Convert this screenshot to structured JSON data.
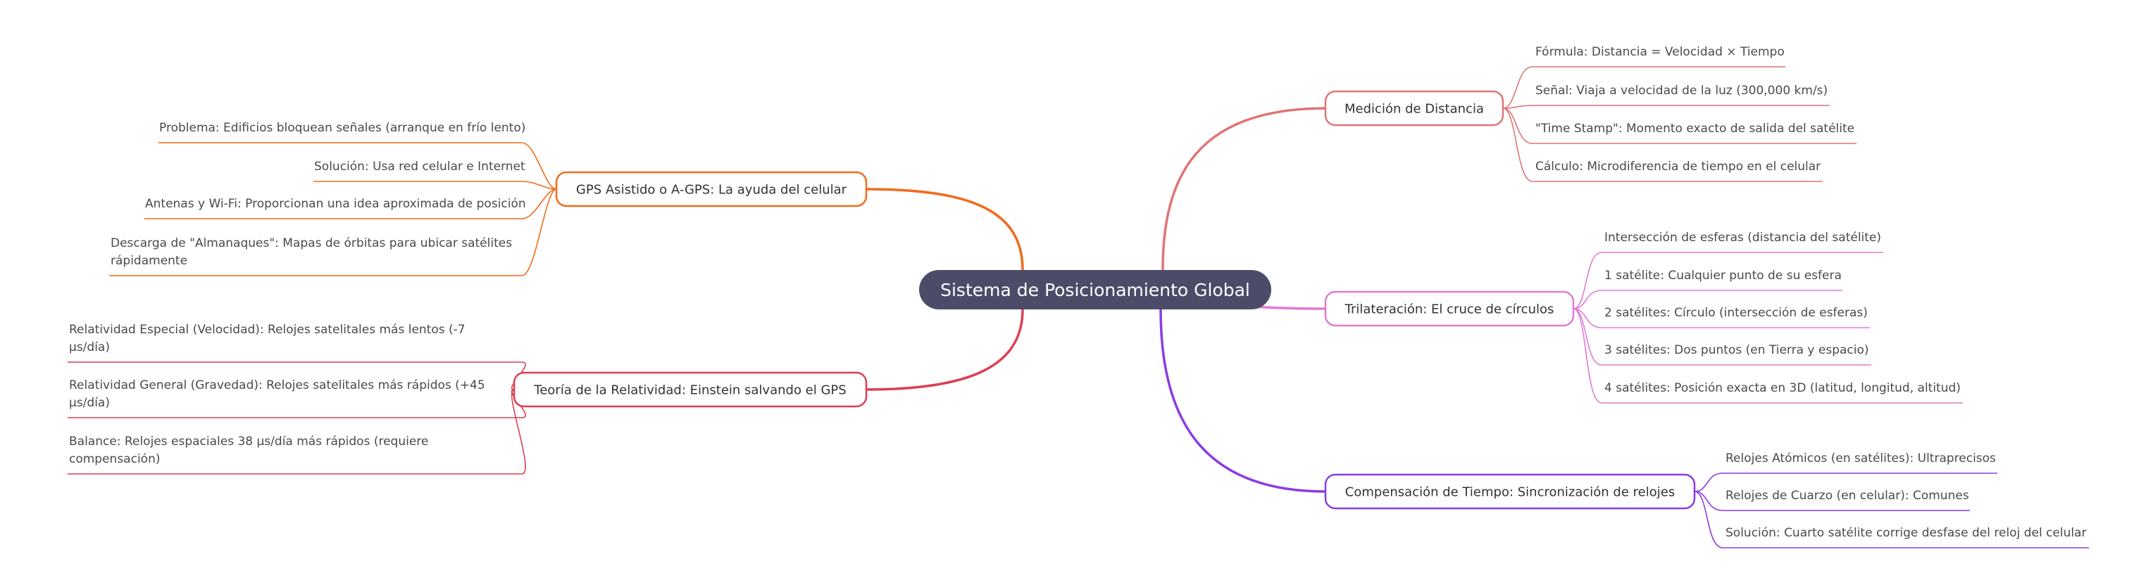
{
  "colors": {
    "root_fill": "#4a4c68",
    "root_text": "#ffffff",
    "medicion": "#e07474",
    "trilateracion": "#e27ad2",
    "compensacion": "#8b3be3",
    "gps_asistido": "#f26a1b",
    "relatividad": "#de3e52",
    "leaf_text": "#4a4a4a",
    "branch_text": "#333333"
  },
  "root": {
    "label": "Sistema de Posicionamiento Global"
  },
  "branches": {
    "medicion": {
      "label": "Medición de Distancia",
      "color": "#e07474",
      "items": [
        "Fórmula: Distancia = Velocidad × Tiempo",
        "Señal: Viaja a velocidad de la luz (300,000 km/s)",
        "\"Time Stamp\": Momento exacto de salida del satélite",
        "Cálculo: Microdiferencia de tiempo en el celular"
      ]
    },
    "trilateracion": {
      "label": "Trilateración: El cruce de círculos",
      "color": "#e27ad2",
      "items": [
        "Intersección de esferas (distancia del satélite)",
        "1 satélite: Cualquier punto de su esfera",
        "2 satélites: Círculo (intersección de esferas)",
        "3 satélites: Dos puntos (en Tierra y espacio)",
        "4 satélites: Posición exacta en 3D (latitud, longitud, altitud)"
      ]
    },
    "compensacion": {
      "label": "Compensación de Tiempo: Sincronización de relojes",
      "color": "#8b3be3",
      "items": [
        "Relojes Atómicos (en satélites): Ultraprecisos",
        "Relojes de Cuarzo (en celular): Comunes",
        "Solución: Cuarto satélite corrige desfase del reloj del celular"
      ]
    },
    "gps_asistido": {
      "label": "GPS Asistido o A-GPS: La ayuda del celular",
      "color": "#f26a1b",
      "items": [
        [
          "Problema: Edificios bloquean señales (arranque en frío lento)"
        ],
        [
          "Solución: Usa red celular e Internet"
        ],
        [
          "Antenas y Wi-Fi: Proporcionan una idea aproximada de posición"
        ],
        [
          "Descarga de \"Almanaques\": Mapas de órbitas para ubicar satélites",
          "rápidamente"
        ]
      ]
    },
    "relatividad": {
      "label": "Teoría de la Relatividad: Einstein salvando el GPS",
      "color": "#de3e52",
      "items": [
        [
          "Relatividad Especial (Velocidad): Relojes satelitales más lentos (-7",
          "μs/día)"
        ],
        [
          "Relatividad General (Gravedad): Relojes satelitales más rápidos (+45",
          "μs/día)"
        ],
        [
          "Balance: Relojes espaciales 38 μs/día más rápidos (requiere",
          "compensación)"
        ]
      ]
    }
  }
}
